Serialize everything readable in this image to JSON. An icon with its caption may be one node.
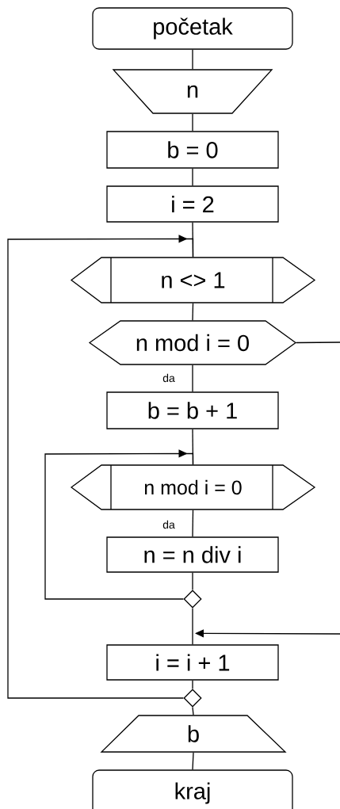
{
  "diagram": {
    "nodes": [
      {
        "text": [
          "početak"
        ]
      },
      {
        "text": [
          "n"
        ]
      },
      {
        "text": [
          "b = 0"
        ]
      },
      {
        "text": [
          "i = 2"
        ]
      },
      {
        "text": [
          "n <> 1"
        ]
      },
      {
        "text": [
          "n mod i = 0"
        ]
      },
      {
        "text": [
          "b = b + 1"
        ]
      },
      {
        "text": [
          "n mod i = 0"
        ]
      },
      {
        "text": [
          "n = n div i"
        ]
      },
      {
        "text": [],
        "shape": "diamond"
      },
      {
        "text": [
          "i = i + 1"
        ]
      },
      {
        "text": [],
        "shape": "diamond"
      },
      {
        "text": [
          "b"
        ]
      },
      {
        "text": [
          "kraj"
        ]
      }
    ],
    "edges": [
      {
        "from": 0,
        "to": 1,
        "arrow": "none"
      },
      {
        "from": 1,
        "to": 2,
        "arrow": "none"
      },
      {
        "from": 2,
        "to": 3,
        "arrow": "none"
      },
      {
        "from": 3,
        "to": 4,
        "arrow": "none"
      },
      {
        "from": 4,
        "to": 5,
        "arrow": "none"
      },
      {
        "from": 5,
        "to": 6,
        "arrow": "none",
        "label": "da"
      },
      {
        "from": 6,
        "to": 7,
        "arrow": "none"
      },
      {
        "from": 7,
        "to": 8,
        "arrow": "none",
        "label": "da"
      },
      {
        "from": 8,
        "to": 9,
        "arrow": "none"
      },
      {
        "from": 9,
        "to": 7,
        "arrow": "to"
      },
      {
        "from": 9,
        "to": 10,
        "arrow": "none"
      },
      {
        "from": 5,
        "to": null,
        "arrow": "none"
      },
      {
        "from": null,
        "to": 10,
        "arrow": "to"
      },
      {
        "from": 10,
        "to": 11,
        "arrow": "none"
      },
      {
        "from": 11,
        "to": 4,
        "arrow": "to"
      },
      {
        "from": 11,
        "to": 12,
        "arrow": "none"
      },
      {
        "from": 12,
        "to": 13,
        "arrow": "none"
      }
    ]
  }
}
